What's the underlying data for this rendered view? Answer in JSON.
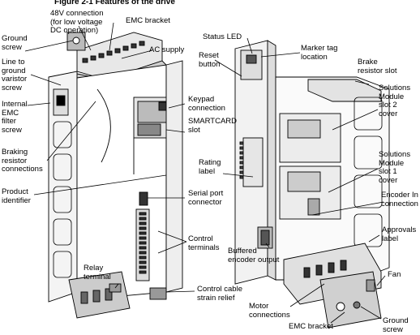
{
  "figure": {
    "title": "Figure 2-1 Features of the drive"
  },
  "labels": {
    "v48": "48V connection\n(for low voltage\nDC operation)",
    "emc_bracket_top": "EMC bracket",
    "ground_screw_top": "Ground\nscrew",
    "line_ground_varistor": "Line to\nground\nvaristor\nscrew",
    "ac_supply": "AC supply",
    "internal_emc": "Internal\nEMC\nfilter\nscrew",
    "braking_resistor": "Braking\nresistor\nconnections",
    "product_identifier": "Product\nidentifier",
    "keypad": "Keypad\nconnection",
    "smartcard": "SMARTCARD\nslot",
    "serial_port": "Serial port\nconnector",
    "control_terminals": "Control\nterminals",
    "relay_terminal": "Relay\nterminal",
    "control_cable": "Control cable\nstrain relief",
    "status_led": "Status LED",
    "reset_button": "Reset\nbutton",
    "marker_tag": "Marker tag\nlocation",
    "brake_resistor_slot": "Brake\nresistor slot",
    "sm_slot2": "Solutions\nModule\nslot 2\ncover",
    "rating_label": "Rating\nlabel",
    "sm_slot1": "Solutions\nModule\nslot 1\ncover",
    "encoder_in": "Encoder In\nconnection",
    "approvals": "Approvals\nlabel",
    "buffered_encoder": "Buffered\nencoder output",
    "fan": "Fan",
    "motor_connections": "Motor\nconnections",
    "emc_bracket_bottom": "EMC bracket",
    "ground_screw_bottom": "Ground\nscrew"
  }
}
